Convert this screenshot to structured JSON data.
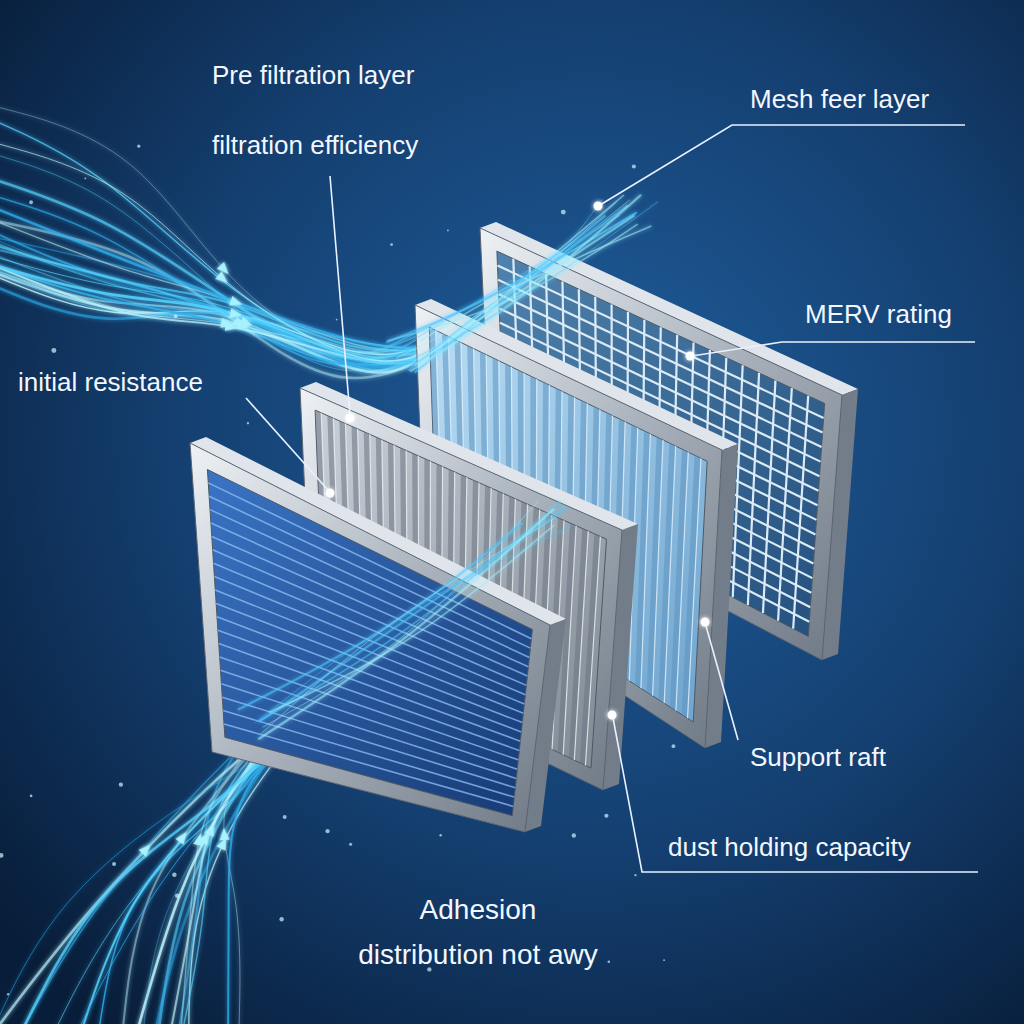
{
  "diagram": {
    "labels": [
      "Pre filtration layer filtration efficiency",
      "Mesh feer layer",
      "MERV rating",
      "initial resistance",
      "Support raft",
      "dust holding capacity",
      "Adhesion distribution not awy"
    ]
  }
}
